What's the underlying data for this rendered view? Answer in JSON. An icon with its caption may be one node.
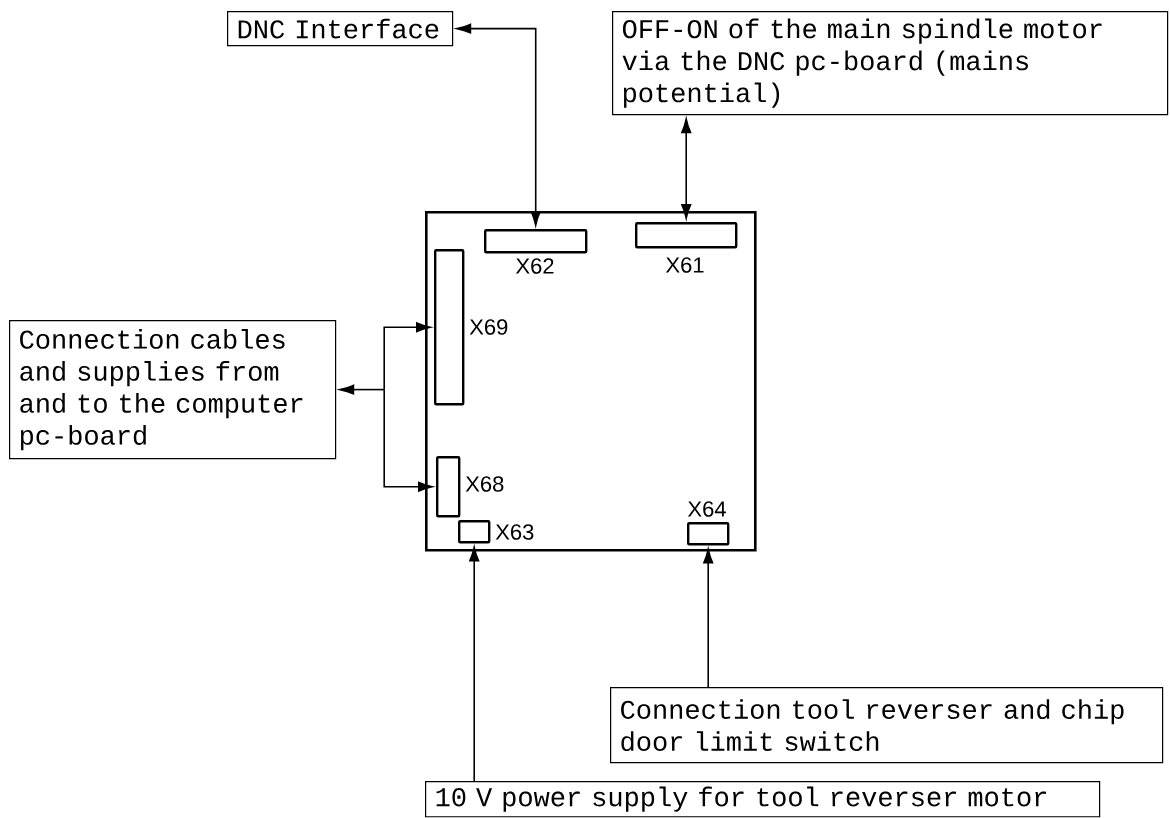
{
  "diagram": {
    "nodes": [
      {
        "text": [
          "DNC Interface"
        ]
      },
      {
        "text": [
          "OFF-ON of the main spindle motor via the DNC pc-board (mains potential)"
        ]
      },
      {
        "text": [],
        "shape": "box"
      },
      {
        "text": [
          "X62"
        ],
        "in": 2
      },
      {
        "text": [
          "X61"
        ],
        "in": 2
      },
      {
        "text": [
          "X69"
        ],
        "in": 2
      },
      {
        "text": [
          "X68"
        ],
        "in": 2
      },
      {
        "text": [
          "X63"
        ],
        "in": 2
      },
      {
        "text": [
          "X64"
        ],
        "in": 2
      },
      {
        "text": [
          "Connection cables and supplies from and to the computer pc-board"
        ]
      },
      {
        "text": [
          "Connection tool reverser and chip door limit switch"
        ]
      },
      {
        "text": [
          "10 V power supply for tool reverser motor"
        ]
      }
    ],
    "edges": [
      {
        "from": 0,
        "to": 3,
        "arrow": "both"
      },
      {
        "from": 1,
        "to": 4,
        "arrow": "both"
      },
      {
        "from": 9,
        "to": 5,
        "arrow": "both"
      },
      {
        "from": 9,
        "to": 6,
        "arrow": "both"
      },
      {
        "from": 11,
        "to": 7,
        "arrow": "to"
      },
      {
        "from": 10,
        "to": 8,
        "arrow": "to"
      }
    ]
  }
}
